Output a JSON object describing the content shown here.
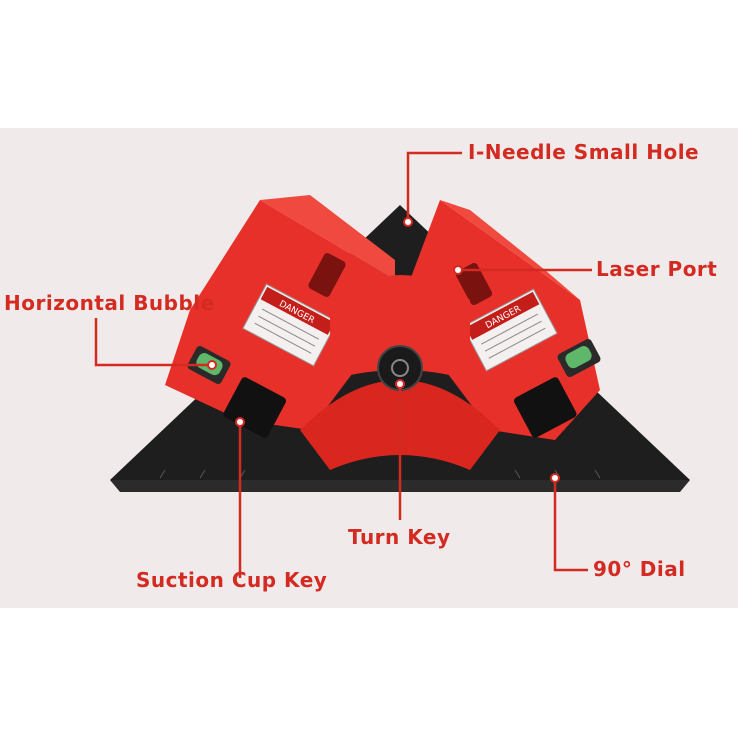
{
  "callouts": {
    "needle_hole": "I-Needle Small Hole",
    "laser_port": "Laser Port",
    "horizontal_bubble": "Horizontal Bubble",
    "turn_key": "Turn Key",
    "suction_cup_key": "Suction Cup Key",
    "dial": "90° Dial"
  },
  "warning_label": {
    "title": "DANGER"
  },
  "colors": {
    "accent": "#d32a22",
    "body_red": "#e8302a",
    "base_black": "#1e1e1e",
    "background": "#f0ebea"
  }
}
